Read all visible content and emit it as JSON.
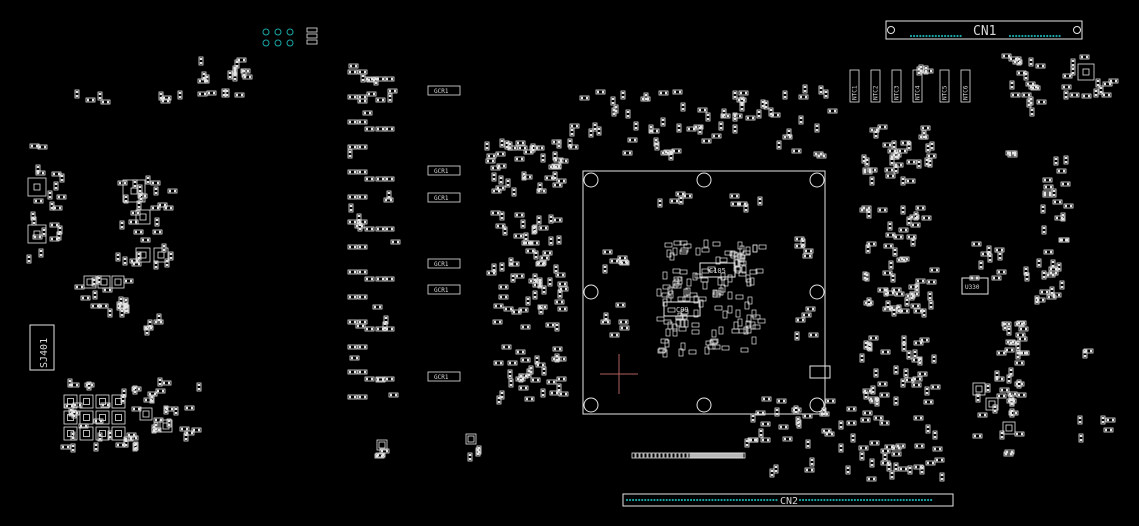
{
  "colors": {
    "background": "#000000",
    "outline": "#e6e6e6",
    "via_cyan": "#1aa7a7",
    "cursor": "#b06060"
  },
  "labels": {
    "cn1": "CN1",
    "cn2": "CN2",
    "sj401": "SJ401",
    "u330": "U330",
    "c1050": "C105",
    "c990": "C99"
  },
  "chip_labels": [
    {
      "id": "gcr1",
      "text": "GCR1"
    },
    {
      "id": "gcr2",
      "text": "GCR1"
    },
    {
      "id": "gcr3",
      "text": "GCR1"
    },
    {
      "id": "gcr4",
      "text": "GCR1"
    },
    {
      "id": "gcr5",
      "text": "GCR1"
    },
    {
      "id": "gcr6",
      "text": "GCR1"
    }
  ],
  "tall_chips": [
    {
      "text": "NTC1"
    },
    {
      "text": "NTC2"
    },
    {
      "text": "NTC3"
    },
    {
      "text": "NTC4"
    },
    {
      "text": "NTC5"
    },
    {
      "text": "NTC6"
    }
  ]
}
